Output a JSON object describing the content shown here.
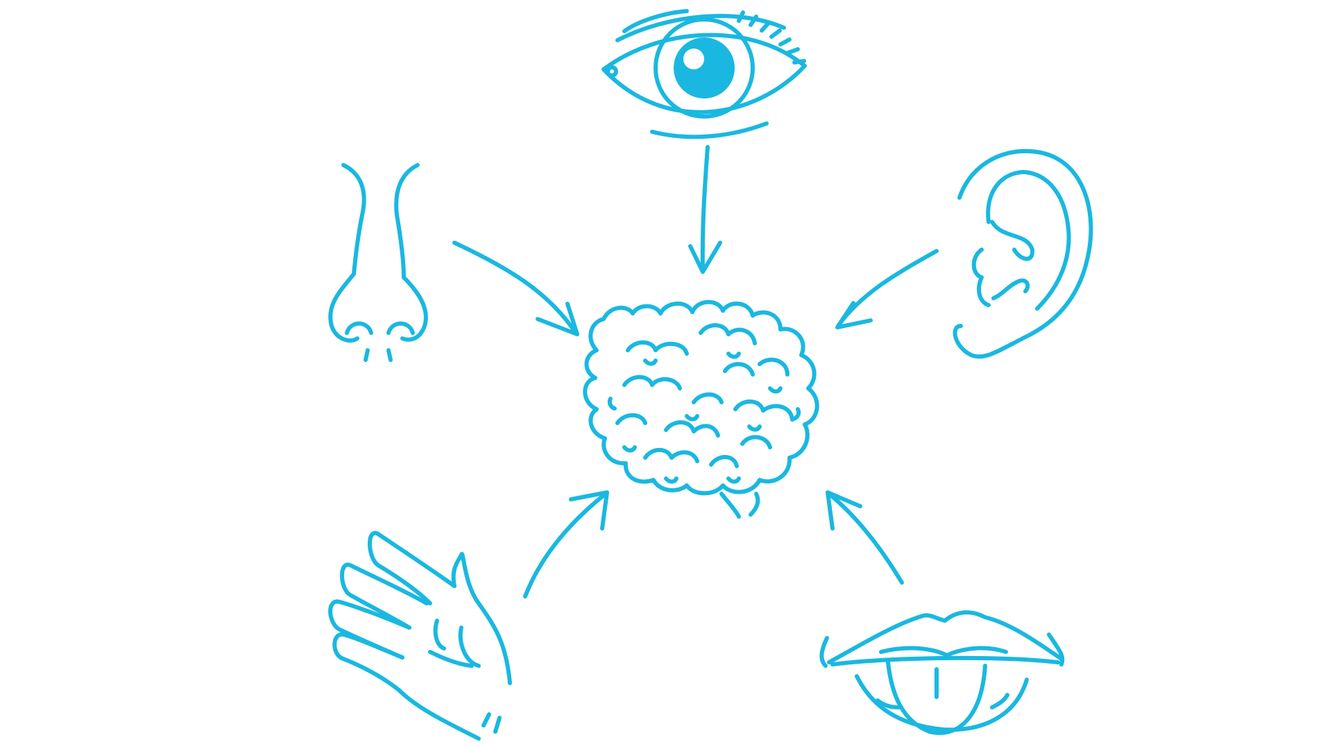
{
  "diagram": {
    "stroke_color": "#1ab8e0",
    "background_color": "#ffffff",
    "center": {
      "icon": "brain-icon"
    },
    "senses": [
      {
        "id": "sight",
        "icon": "eye-icon"
      },
      {
        "id": "smell",
        "icon": "nose-icon"
      },
      {
        "id": "hearing",
        "icon": "ear-icon"
      },
      {
        "id": "touch",
        "icon": "hand-icon"
      },
      {
        "id": "taste",
        "icon": "mouth-tongue-icon"
      }
    ],
    "arrows": [
      {
        "from": "sight",
        "to": "brain"
      },
      {
        "from": "smell",
        "to": "brain"
      },
      {
        "from": "hearing",
        "to": "brain"
      },
      {
        "from": "touch",
        "to": "brain"
      },
      {
        "from": "taste",
        "to": "brain"
      }
    ]
  }
}
